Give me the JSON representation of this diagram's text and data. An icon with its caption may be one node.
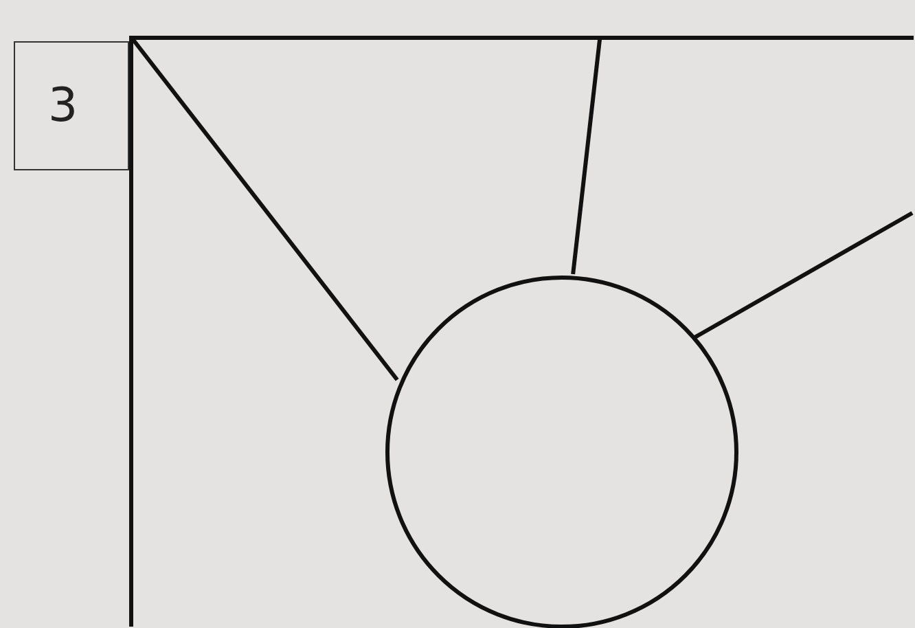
{
  "diagram": {
    "nodes": [
      {
        "text": [
          "3"
        ]
      },
      {
        "text": [],
        "shape": "box"
      },
      {
        "text": [],
        "shape": "circle",
        "in": 1
      }
    ],
    "edges": [
      {
        "from": 2,
        "to": 1,
        "arrow": "none"
      },
      {
        "from": 2,
        "to": 1,
        "arrow": "none"
      },
      {
        "from": 2,
        "to": 1,
        "arrow": "none"
      }
    ]
  }
}
